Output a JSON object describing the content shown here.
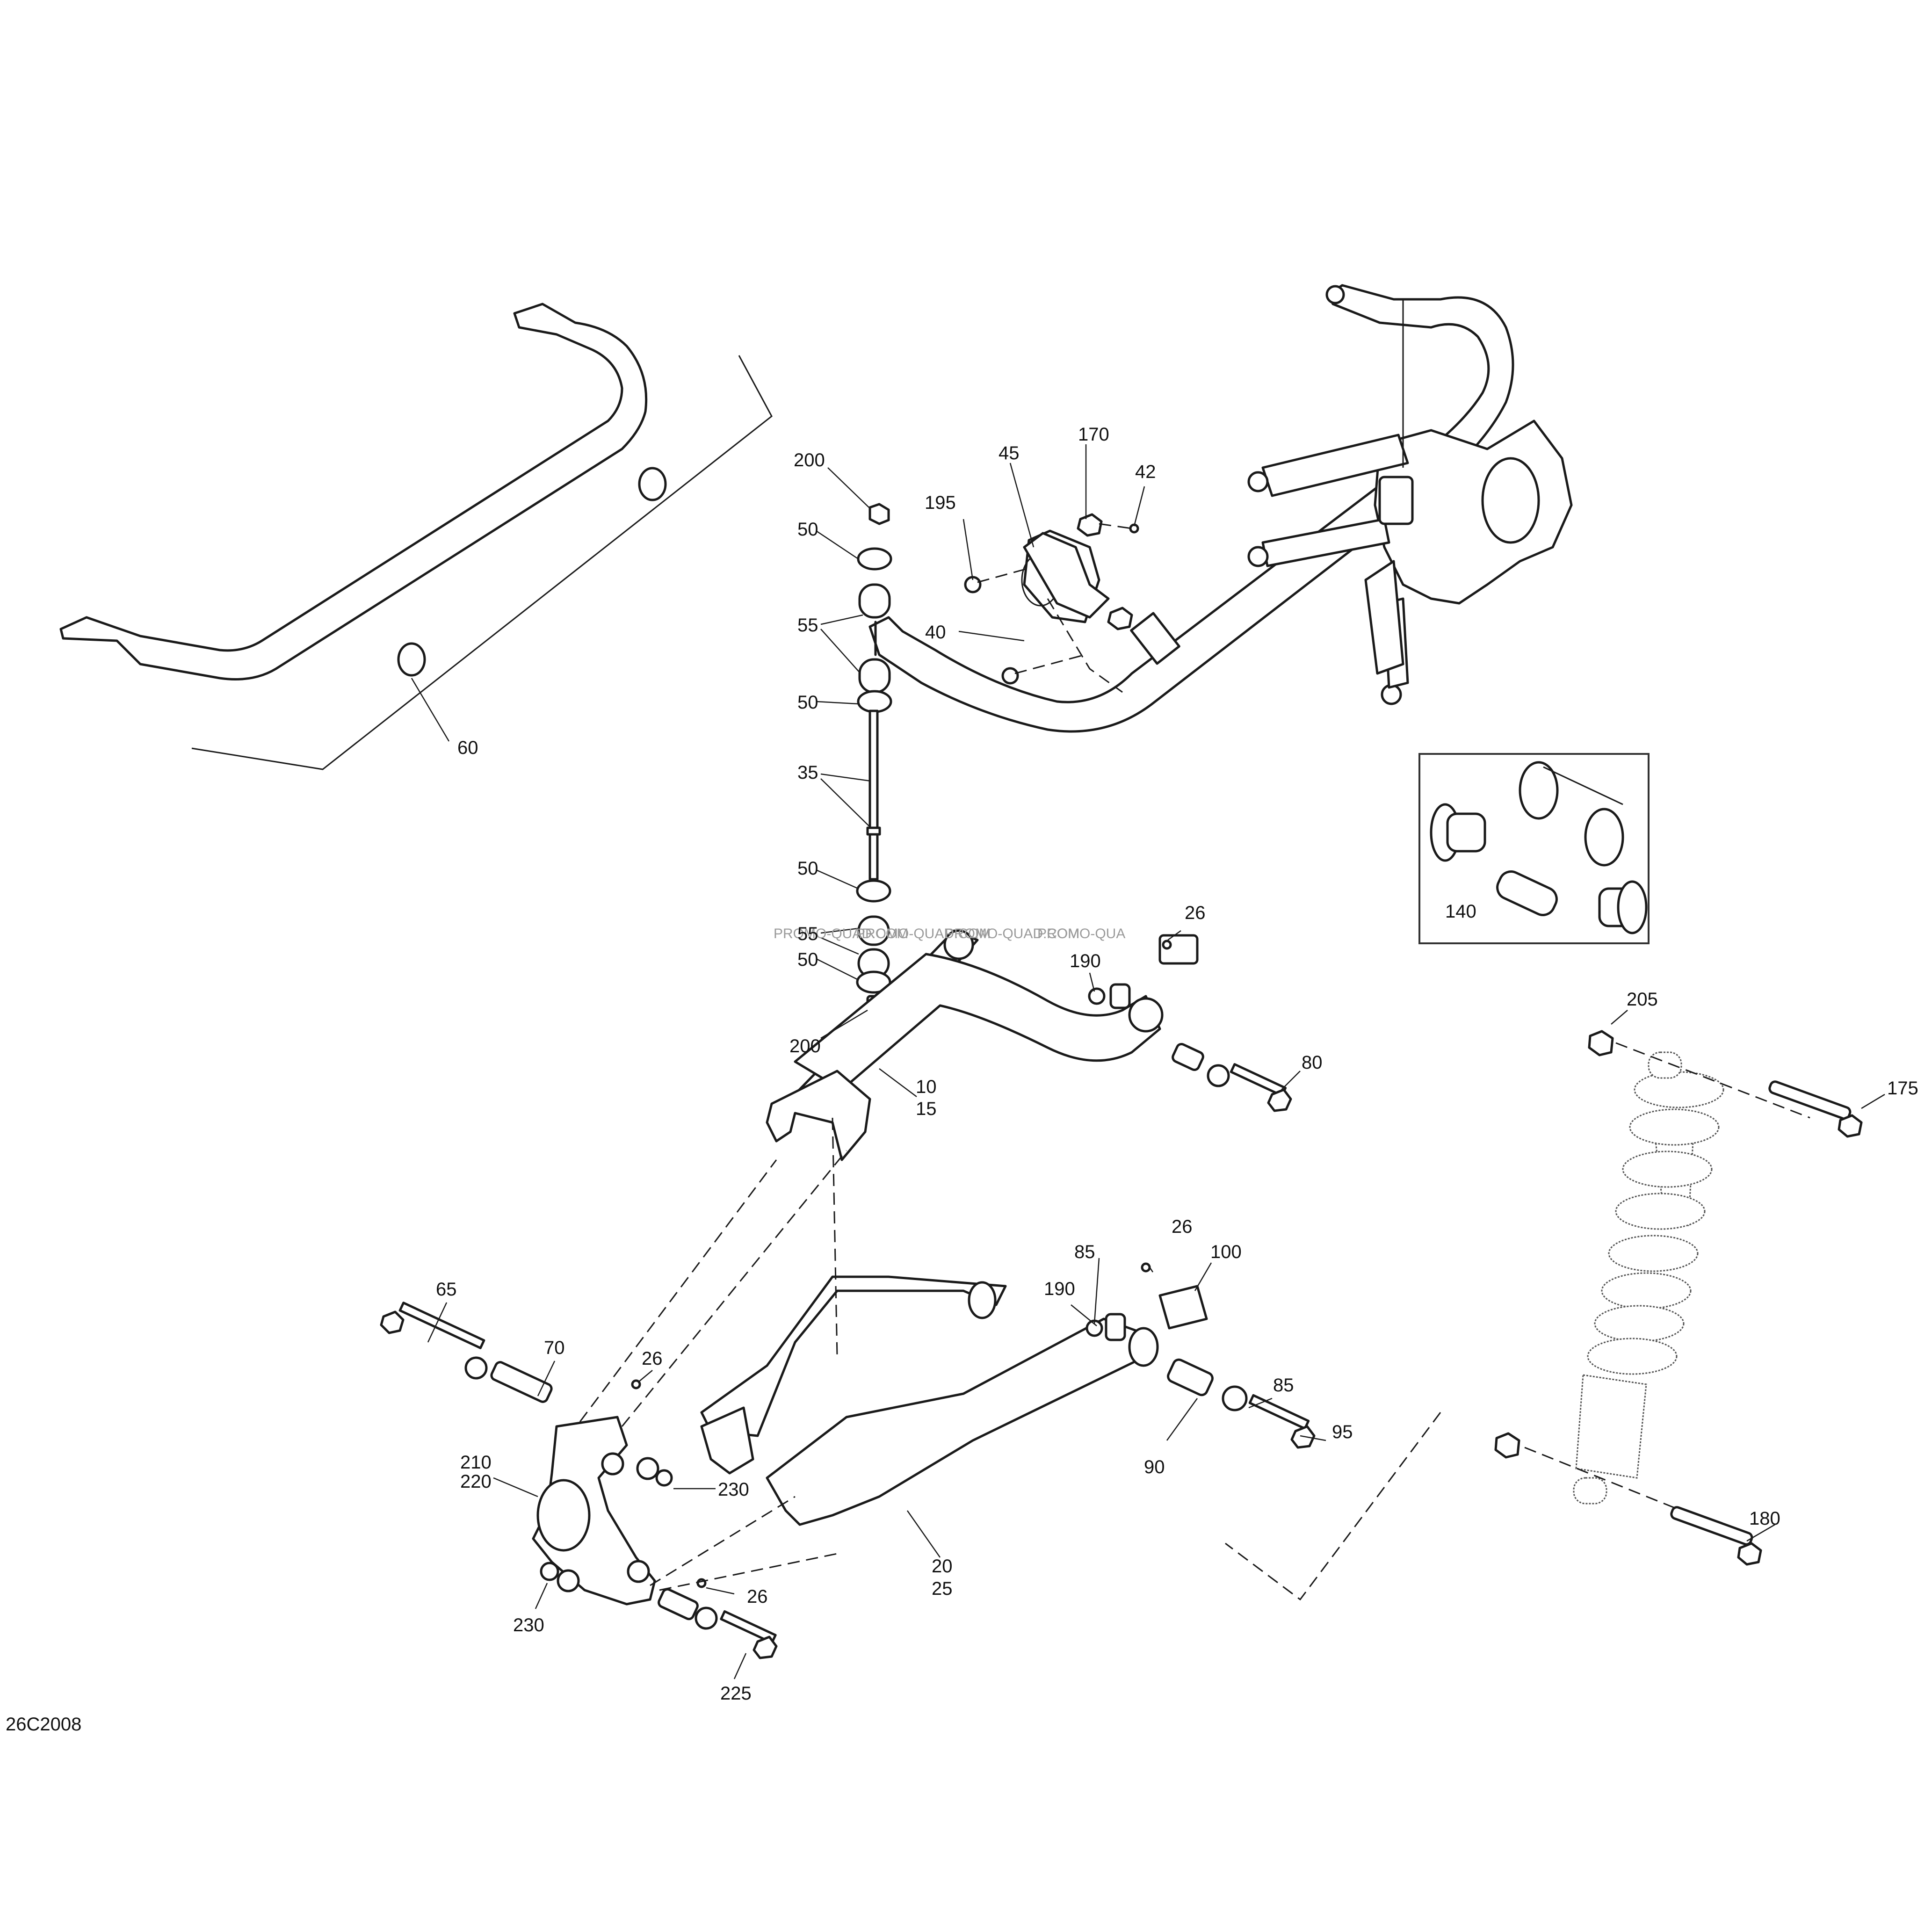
{
  "diagram": {
    "title": "Rear Suspension exploded parts diagram",
    "reference_code": "26C2008",
    "watermark": "PROMO-QUAD.COM",
    "watermark_partial": "PROMO-QUA",
    "inset": {
      "label": "140"
    },
    "callouts": [
      {
        "id": "c200a",
        "label": "200"
      },
      {
        "id": "c50a",
        "label": "50"
      },
      {
        "id": "c55a",
        "label": "55"
      },
      {
        "id": "c50b",
        "label": "50"
      },
      {
        "id": "c35",
        "label": "35"
      },
      {
        "id": "c50c",
        "label": "50"
      },
      {
        "id": "c55b",
        "label": "55"
      },
      {
        "id": "c50d",
        "label": "50"
      },
      {
        "id": "c200b",
        "label": "200"
      },
      {
        "id": "c195",
        "label": "195"
      },
      {
        "id": "c45",
        "label": "45"
      },
      {
        "id": "c170",
        "label": "170"
      },
      {
        "id": "c42",
        "label": "42"
      },
      {
        "id": "c40",
        "label": "40"
      },
      {
        "id": "c60",
        "label": "60"
      },
      {
        "id": "c190a",
        "label": "190"
      },
      {
        "id": "c26a",
        "label": "26"
      },
      {
        "id": "c80",
        "label": "80"
      },
      {
        "id": "c10",
        "label": "10"
      },
      {
        "id": "c15",
        "label": "15"
      },
      {
        "id": "c205",
        "label": "205"
      },
      {
        "id": "c175",
        "label": "175"
      },
      {
        "id": "c65",
        "label": "65"
      },
      {
        "id": "c70",
        "label": "70"
      },
      {
        "id": "c26b",
        "label": "26"
      },
      {
        "id": "c210",
        "label": "210"
      },
      {
        "id": "c220",
        "label": "220"
      },
      {
        "id": "c230a",
        "label": "230"
      },
      {
        "id": "c230b",
        "label": "230"
      },
      {
        "id": "c26c",
        "label": "26"
      },
      {
        "id": "c225",
        "label": "225"
      },
      {
        "id": "c85a",
        "label": "85"
      },
      {
        "id": "c26d",
        "label": "26"
      },
      {
        "id": "c100",
        "label": "100"
      },
      {
        "id": "c190b",
        "label": "190"
      },
      {
        "id": "c85b",
        "label": "85"
      },
      {
        "id": "c90",
        "label": "90"
      },
      {
        "id": "c95",
        "label": "95"
      },
      {
        "id": "c20",
        "label": "20"
      },
      {
        "id": "c25",
        "label": "25"
      },
      {
        "id": "c180",
        "label": "180"
      }
    ]
  }
}
